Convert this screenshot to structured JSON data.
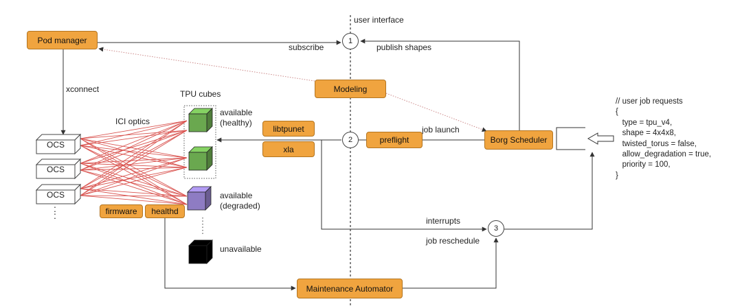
{
  "labels": {
    "user_interface": "user interface",
    "subscribe": "subscribe",
    "publish_shapes": "publish shapes",
    "xconnect": "xconnect",
    "tpu_cubes": "TPU cubes",
    "ici_optics": "ICI optics",
    "available_healthy": "available\n(healthy)",
    "available_degraded": "available\n(degraded)",
    "unavailable": "unavailable",
    "job_launch": "job launch",
    "interrupts": "interrupts",
    "job_reschedule": "job reschedule"
  },
  "boxes": {
    "pod_manager": "Pod manager",
    "modeling": "Modeling",
    "libtpunet": "libtpunet",
    "xla": "xla",
    "preflight": "preflight",
    "borg_scheduler": "Borg Scheduler",
    "firmware": "firmware",
    "healthd": "healthd",
    "maintenance_automator": "Maintenance Automator"
  },
  "steps": [
    "1",
    "2",
    "3"
  ],
  "ocs": [
    "OCS",
    "OCS",
    "OCS"
  ],
  "ocs_more": ":",
  "job_request": "// user job requests\n{\n   type = tpu_v4,\n   shape = 4x4x8,\n   twisted_torus = false,\n   allow_degradation = true,\n   priority = 100,\n}",
  "colors": {
    "box_fill": "#f0a43f",
    "cube_healthy": "#6aa84f",
    "cube_degraded": "#8e7cc3",
    "cube_unavailable": "#000000",
    "optics_line": "#d9534f"
  }
}
